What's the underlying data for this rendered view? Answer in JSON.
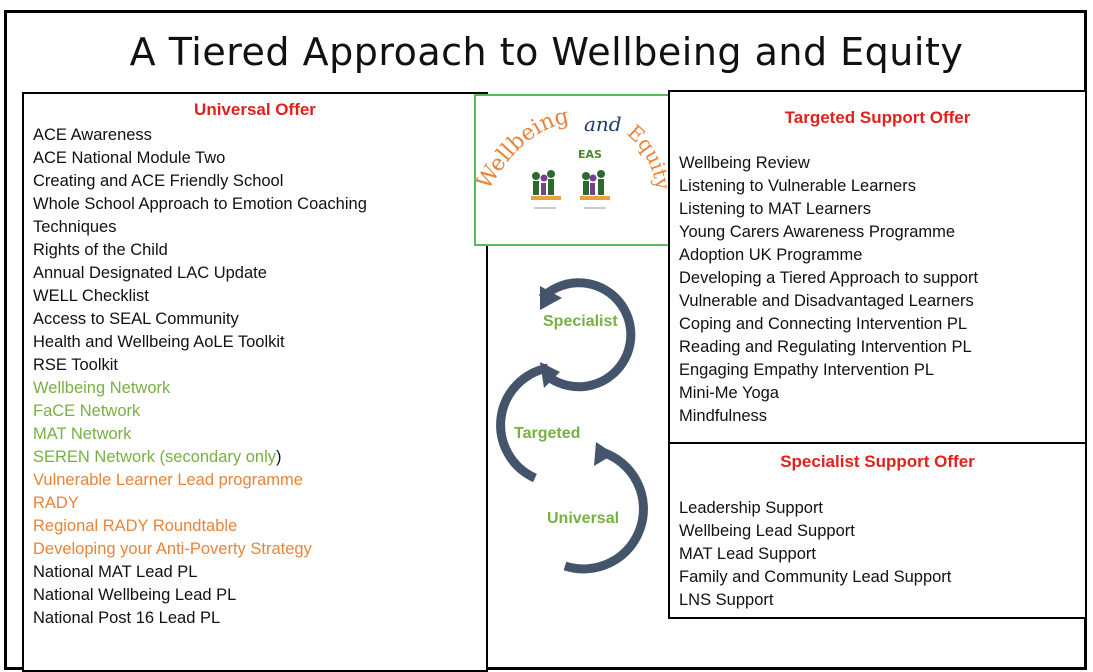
{
  "title": "A Tiered Approach to Wellbeing and Equity",
  "universal": {
    "heading": "Universal Offer",
    "items": [
      {
        "text": "ACE Awareness",
        "color": "black"
      },
      {
        "text": "ACE National Module Two",
        "color": "black"
      },
      {
        "text": "Creating and ACE Friendly School",
        "color": "black"
      },
      {
        "text": "Whole School Approach to Emotion Coaching",
        "color": "black"
      },
      {
        "text": "Techniques",
        "color": "black"
      },
      {
        "text": "Rights of the Child",
        "color": "black"
      },
      {
        "text": "Annual Designated LAC Update",
        "color": "black"
      },
      {
        "text": "WELL Checklist",
        "color": "black"
      },
      {
        "text": "Access to SEAL Community",
        "color": "black"
      },
      {
        "text": "Health and Wellbeing AoLE Toolkit",
        "color": "black"
      },
      {
        "text": "RSE Toolkit",
        "color": "black"
      },
      {
        "text": "Wellbeing Network",
        "color": "green"
      },
      {
        "text": "FaCE Network",
        "color": "green"
      },
      {
        "text": "MAT Network",
        "color": "green"
      },
      {
        "text": "SEREN Network (secondary only",
        "color": "green",
        "suffix": ")"
      },
      {
        "text": "Vulnerable Learner Lead programme",
        "color": "orange"
      },
      {
        "text": "RADY",
        "color": "orange"
      },
      {
        "text": "Regional RADY Roundtable",
        "color": "orange"
      },
      {
        "text": "Developing your Anti-Poverty Strategy",
        "color": "orange"
      },
      {
        "text": "National MAT Lead PL",
        "color": "black"
      },
      {
        "text": "National Wellbeing Lead PL",
        "color": "black"
      },
      {
        "text": "National Post 16 Lead PL",
        "color": "black"
      }
    ]
  },
  "targeted": {
    "heading": "Targeted Support Offer",
    "items": [
      "Wellbeing Review",
      "Listening to Vulnerable Learners",
      "Listening to MAT Learners",
      "Young Carers Awareness Programme",
      "Adoption UK Programme",
      "Developing a Tiered Approach to support",
      "Vulnerable and Disadvantaged Learners",
      "Coping and Connecting Intervention PL",
      "Reading and Regulating Intervention PL",
      "Engaging Empathy Intervention PL",
      "Mini-Me Yoga",
      "Mindfulness"
    ]
  },
  "specialist": {
    "heading": "Specialist Support Offer",
    "items": [
      "Leadership Support",
      "Wellbeing Lead Support",
      "MAT Lead Support",
      "Family and Community Lead Support",
      "LNS Support"
    ]
  },
  "logo": {
    "word1": "Wellbeing",
    "word2": "and",
    "word3": "Equity",
    "badge": "EAS"
  },
  "cycle": {
    "specialist_label": "Specialist",
    "targeted_label": "Targeted",
    "universal_label": "Universal"
  },
  "colors": {
    "heading_red": "#e0211c",
    "green": "#77b043",
    "orange": "#e8843a",
    "arrow": "#44546a",
    "logo_border": "#5cb85c"
  }
}
